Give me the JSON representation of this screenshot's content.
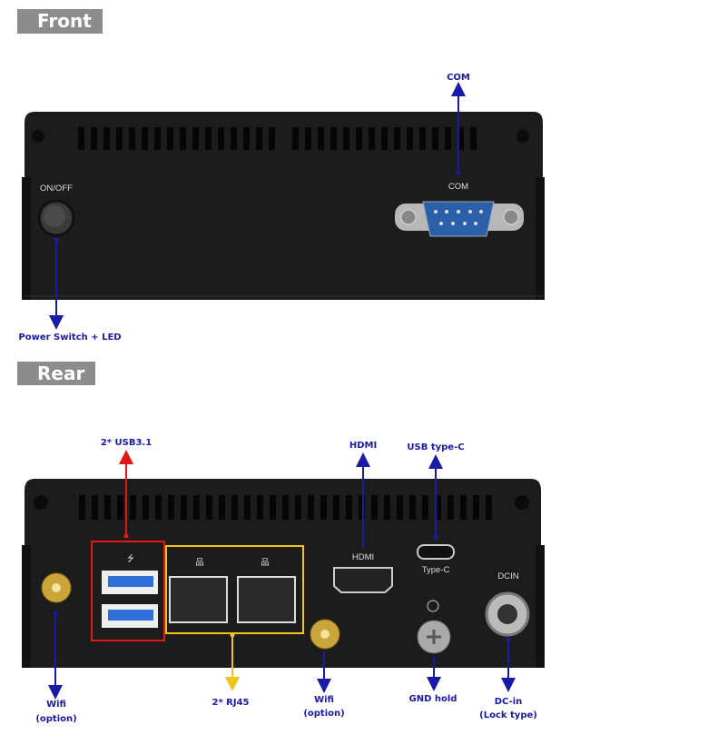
{
  "sections": {
    "front": "Front",
    "rear": "Rear"
  },
  "front": {
    "panel_labels": {
      "on_off": "ON/OFF",
      "com": "COM"
    },
    "callouts": {
      "com": "COM",
      "power": "Power Switch + LED"
    }
  },
  "rear": {
    "panel_labels": {
      "hdmi": "HDMI",
      "typec": "Type-C",
      "dcin": "DCIN"
    },
    "callouts": {
      "usb": "2* USB3.1",
      "hdmi": "HDMI",
      "usbc": "USB type-C",
      "wifi1_a": "Wifi",
      "wifi1_b": "(option)",
      "rj45": "2* RJ45",
      "wifi2_a": "Wifi",
      "wifi2_b": "(option)",
      "gnd": "GND hold",
      "dcin_a": "DC-in",
      "dcin_b": "(Lock type)"
    }
  },
  "colors": {
    "callout": "#1a1aa8",
    "usb_box": "#e01818",
    "rj45_box": "#f0c419",
    "chassis": "#1c1c1c"
  }
}
